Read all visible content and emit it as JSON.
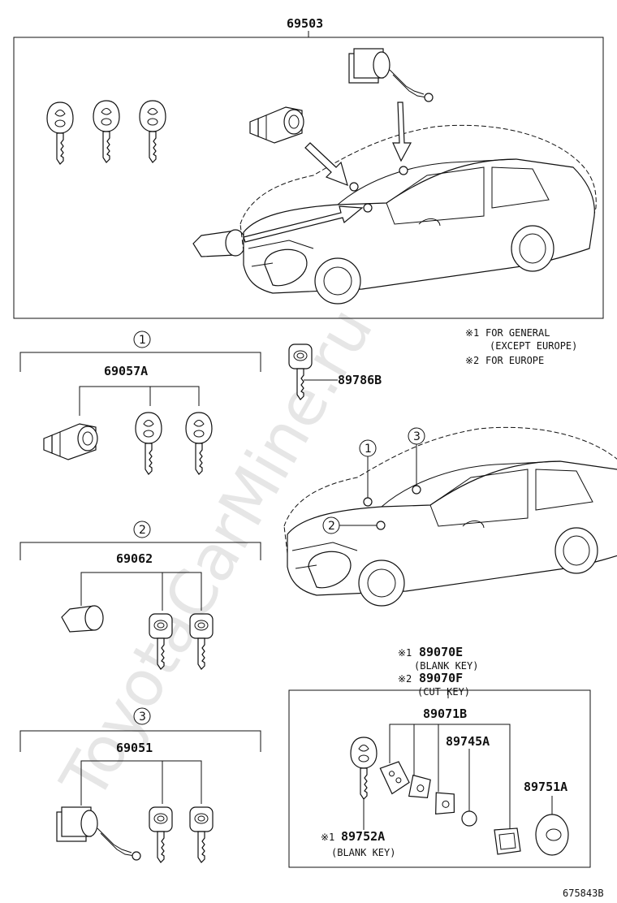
{
  "watermark": "ToyotaCarMine.ru",
  "top_assembly": {
    "part_no": "69503"
  },
  "notes": {
    "note1_mark": "※1",
    "note1_text": "FOR GENERAL",
    "note1_text2": "(EXCEPT EUROPE)",
    "note2_mark": "※2",
    "note2_text": "FOR EUROPE"
  },
  "group1": {
    "label": "1",
    "part_no": "69057A"
  },
  "group2": {
    "label": "2",
    "part_no": "69062"
  },
  "group3": {
    "label": "3",
    "part_no": "69051"
  },
  "key_89786B": {
    "part_no": "89786B"
  },
  "car_callouts": [
    "1",
    "2",
    "3"
  ],
  "transmitter": {
    "line1_mark": "※1",
    "line1_part": "89070E",
    "line1_note": "(BLANK KEY)",
    "line2_mark": "※2",
    "line2_part": "89070F",
    "line2_note": "(CUT KEY)",
    "case_part": "89071B",
    "battery_part": "89745A",
    "cover_part": "89751A",
    "blank_mark": "※1",
    "blank_part": "89752A",
    "blank_note": "(BLANK KEY)"
  },
  "figure_id": "675843B"
}
